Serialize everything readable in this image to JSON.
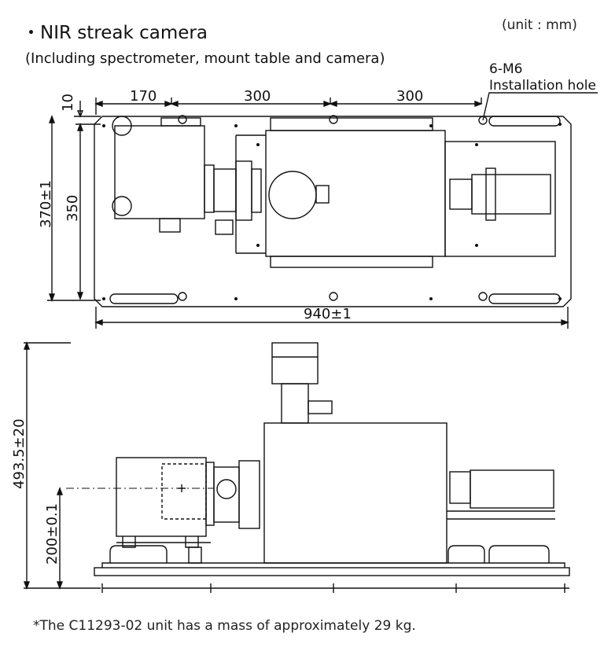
{
  "header": {
    "title": "・NIR streak camera",
    "unit_note": "(unit : mm)",
    "subtitle": "(Including spectrometer, mount table and camera)"
  },
  "callout": {
    "label": "6-M6",
    "sublabel": "Installation hole"
  },
  "top_view": {
    "dims": {
      "d10": "10",
      "d170": "170",
      "d300a": "300",
      "d300b": "300",
      "d370": "370±1",
      "d350": "350",
      "d940": "940±1"
    }
  },
  "side_view": {
    "dims": {
      "height_total": "493.5±20",
      "height_axis": "200±0.1"
    }
  },
  "footnote": "*The C11293-02 unit has a mass of approximately 29 kg.",
  "colors": {
    "line": "#111111",
    "fill_light": "#ffffff"
  }
}
